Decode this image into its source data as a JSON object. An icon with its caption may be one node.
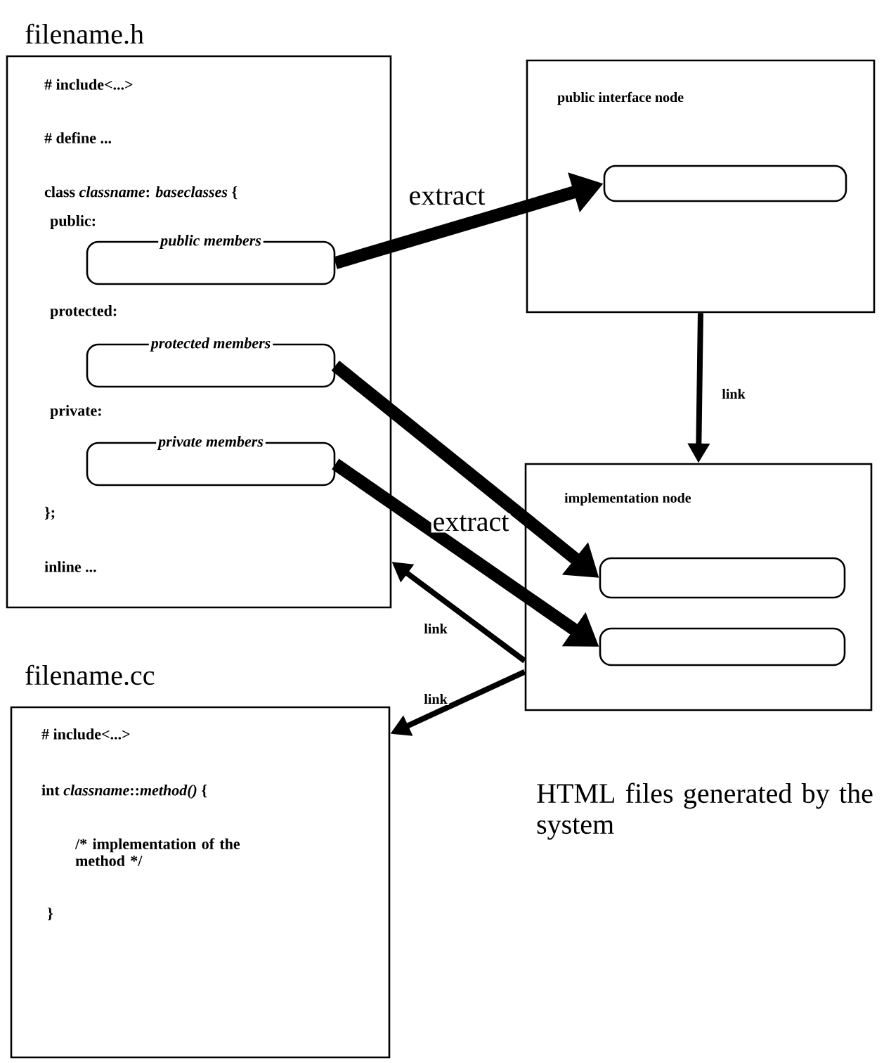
{
  "diagram": {
    "nodes": [
      {
        "text": [
          "filename.h",
          "# include<...>",
          "# define ...",
          "class *classname*: *baseclasses* {",
          "public:",
          "protected:",
          "private:",
          "};",
          "inline ..."
        ]
      },
      {
        "text": [
          "public members"
        ],
        "in": 0
      },
      {
        "text": [
          "protected members"
        ],
        "in": 0
      },
      {
        "text": [
          "private members"
        ],
        "in": 0
      },
      {
        "text": [
          "public interface node"
        ]
      },
      {
        "text": [],
        "shape": "box",
        "in": 4
      },
      {
        "text": [
          "implementation node"
        ]
      },
      {
        "text": [],
        "shape": "box",
        "in": 6
      },
      {
        "text": [],
        "shape": "box",
        "in": 6
      },
      {
        "text": [
          "filename.cc",
          "# include<...>",
          "int *classname*::*method()* {",
          "/* implementation of the method */",
          "}"
        ]
      }
    ],
    "edges": [
      {
        "from": 1,
        "to": 5,
        "arrow": "to",
        "label": "extract",
        "style": "thick"
      },
      {
        "from": 4,
        "to": 6,
        "arrow": "to",
        "label": "link"
      },
      {
        "from": 2,
        "to": 7,
        "arrow": "to",
        "style": "thick"
      },
      {
        "from": 3,
        "to": 8,
        "arrow": "to",
        "label": "extract",
        "style": "thick"
      },
      {
        "from": 6,
        "to": 0,
        "arrow": "to",
        "label": "link"
      },
      {
        "from": 6,
        "to": 9,
        "arrow": "to",
        "label": "link"
      }
    ],
    "labels": [
      "HTML files generated by the system"
    ]
  }
}
